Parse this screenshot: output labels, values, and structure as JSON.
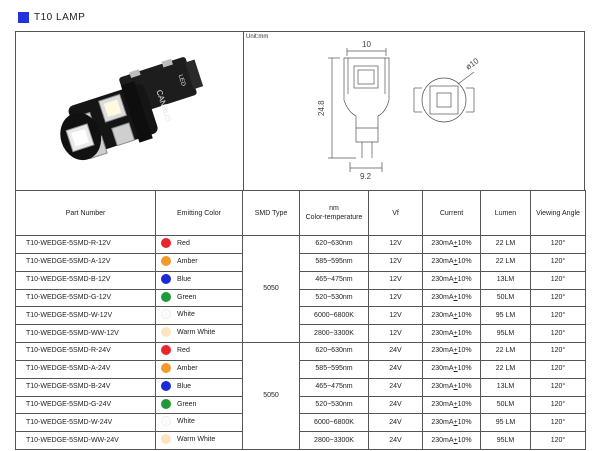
{
  "header": {
    "title": "T10  LAMP",
    "accent": "#2233dd"
  },
  "drawing": {
    "unit_label": "Unit:mm",
    "dim_top": "10",
    "dim_height": "24.8",
    "dim_bottom": "9.2",
    "dim_diameter": "ø10"
  },
  "product_photo": {
    "badge_text": "CANBUS",
    "board_text": "LED"
  },
  "table": {
    "headers": {
      "part_number": "Part Number",
      "emitting_color": "Emitting Color",
      "smd_type": "SMD Type",
      "color_temp_line1": "nm",
      "color_temp_line2": "Color-temperature",
      "vf": "Vf",
      "current": "Current",
      "lumen": "Lumen",
      "viewing_angle": "Viewing Angle"
    },
    "groups": [
      {
        "smd_type": "5050",
        "rows": [
          {
            "part": "T10-WEDGE-5SMD-R-12V",
            "color_name": "Red",
            "dot": "#e8262b",
            "ct": "620~630nm",
            "vf": "12V",
            "cur_a": "230mA",
            "cur_b": "+",
            "cur_c": "10%",
            "lumen": "22 LM",
            "angle": "120°"
          },
          {
            "part": "T10-WEDGE-5SMD-A-12V",
            "color_name": "Amber",
            "dot": "#f39a2c",
            "ct": "585~595nm",
            "vf": "12V",
            "cur_a": "230mA",
            "cur_b": "+",
            "cur_c": "10%",
            "lumen": "22 LM",
            "angle": "120°"
          },
          {
            "part": "T10-WEDGE-5SMD-B-12V",
            "color_name": "Blue",
            "dot": "#1b2bd6",
            "ct": "465~475nm",
            "vf": "12V",
            "cur_a": "230mA",
            "cur_b": "+",
            "cur_c": "10%",
            "lumen": "13LM",
            "angle": "120°"
          },
          {
            "part": "T10-WEDGE-5SMD-G-12V",
            "color_name": "Green",
            "dot": "#1f9a3a",
            "ct": "520~530nm",
            "vf": "12V",
            "cur_a": "230mA",
            "cur_b": "+",
            "cur_c": "10%",
            "lumen": "50LM",
            "angle": "120°"
          },
          {
            "part": "T10-WEDGE-5SMD-W-12V",
            "color_name": "White",
            "dot": "#fbfbfb",
            "ct": "6000~6800K",
            "vf": "12V",
            "cur_a": "230mA",
            "cur_b": "+",
            "cur_c": "10%",
            "lumen": "95 LM",
            "angle": "120°"
          },
          {
            "part": "T10-WEDGE-5SMD-WW-12V",
            "color_name": "Warm White",
            "dot": "#fde5c0",
            "ct": "2800~3300K",
            "vf": "12V",
            "cur_a": "230mA",
            "cur_b": "+",
            "cur_c": "10%",
            "lumen": "95LM",
            "angle": "120°"
          }
        ]
      },
      {
        "smd_type": "5050",
        "rows": [
          {
            "part": "T10-WEDGE-5SMD-R-24V",
            "color_name": "Red",
            "dot": "#e8262b",
            "ct": "620~630nm",
            "vf": "24V",
            "cur_a": "230mA",
            "cur_b": "+",
            "cur_c": "10%",
            "lumen": "22 LM",
            "angle": "120°"
          },
          {
            "part": "T10-WEDGE-5SMD-A-24V",
            "color_name": "Amber",
            "dot": "#f39a2c",
            "ct": "585~595nm",
            "vf": "24V",
            "cur_a": "230mA",
            "cur_b": "+",
            "cur_c": "10%",
            "lumen": "22 LM",
            "angle": "120°"
          },
          {
            "part": "T10-WEDGE-5SMD-B-24V",
            "color_name": "Blue",
            "dot": "#1b2bd6",
            "ct": "465~475nm",
            "vf": "24V",
            "cur_a": "230mA",
            "cur_b": "+",
            "cur_c": "10%",
            "lumen": "13LM",
            "angle": "120°"
          },
          {
            "part": "T10-WEDGE-5SMD-G-24V",
            "color_name": "Green",
            "dot": "#1f9a3a",
            "ct": "520~530nm",
            "vf": "24V",
            "cur_a": "230mA",
            "cur_b": "+",
            "cur_c": "10%",
            "lumen": "50LM",
            "angle": "120°"
          },
          {
            "part": "T10-WEDGE-5SMD-W-24V",
            "color_name": "White",
            "dot": "#fbfbfb",
            "ct": "6000~6800K",
            "vf": "24V",
            "cur_a": "230mA",
            "cur_b": "+",
            "cur_c": "10%",
            "lumen": "95 LM",
            "angle": "120°"
          },
          {
            "part": "T10-WEDGE-5SMD-WW-24V",
            "color_name": "Warm White",
            "dot": "#fde5c0",
            "ct": "2800~3300K",
            "vf": "24V",
            "cur_a": "230mA",
            "cur_b": "+",
            "cur_c": "10%",
            "lumen": "95LM",
            "angle": "120°"
          }
        ]
      }
    ]
  }
}
